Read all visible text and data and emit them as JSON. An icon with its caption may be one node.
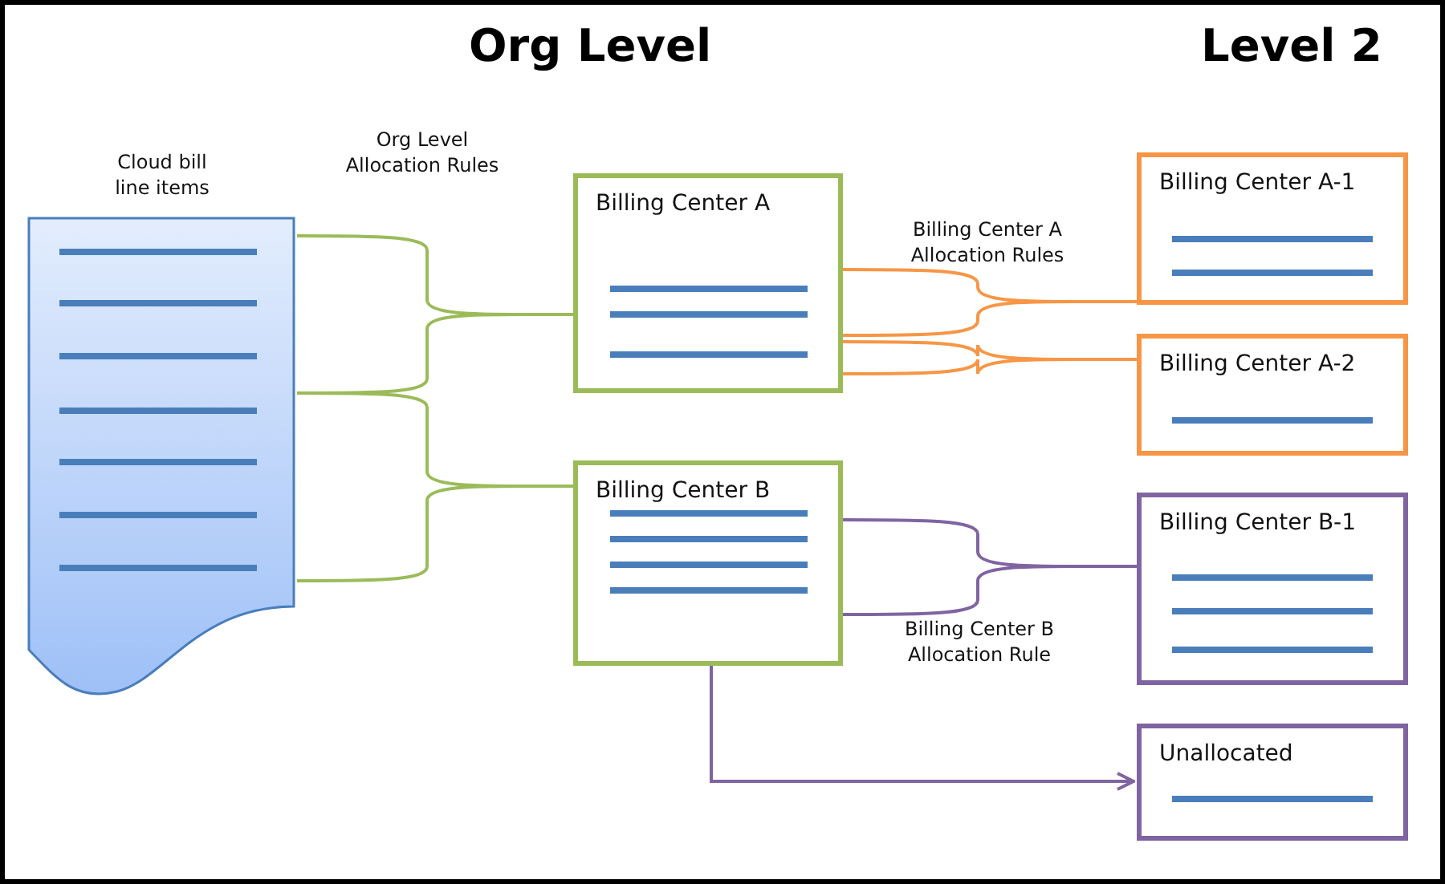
{
  "diagram": {
    "nodes": [
      {
        "text": [
          "Cloud bill line items"
        ]
      },
      {
        "text": [
          "Billing Center A"
        ]
      },
      {
        "text": [
          "Billing Center B"
        ]
      },
      {
        "text": [
          "Billing Center A-1"
        ]
      },
      {
        "text": [
          "Billing Center A-2"
        ]
      },
      {
        "text": [
          "Billing Center B-1"
        ]
      },
      {
        "text": [
          "Unallocated"
        ]
      }
    ],
    "edges": [
      {
        "from": 0,
        "to": 1,
        "arrow": "none",
        "color": "#9bbb59"
      },
      {
        "from": 0,
        "to": 2,
        "arrow": "none",
        "color": "#9bbb59"
      },
      {
        "from": 1,
        "to": 3,
        "arrow": "none",
        "color": "#f79646"
      },
      {
        "from": 1,
        "to": 4,
        "arrow": "none",
        "color": "#f79646"
      },
      {
        "from": 2,
        "to": 5,
        "arrow": "none",
        "color": "#8064a2"
      },
      {
        "from": 2,
        "to": 6,
        "arrow": "to",
        "color": "#8064a2"
      }
    ],
    "labels": [
      "Org Level",
      "Level 2",
      "Org Level Allocation Rules",
      "Billing Center A Allocation Rules",
      "Billing Center B Allocation Rule"
    ]
  }
}
